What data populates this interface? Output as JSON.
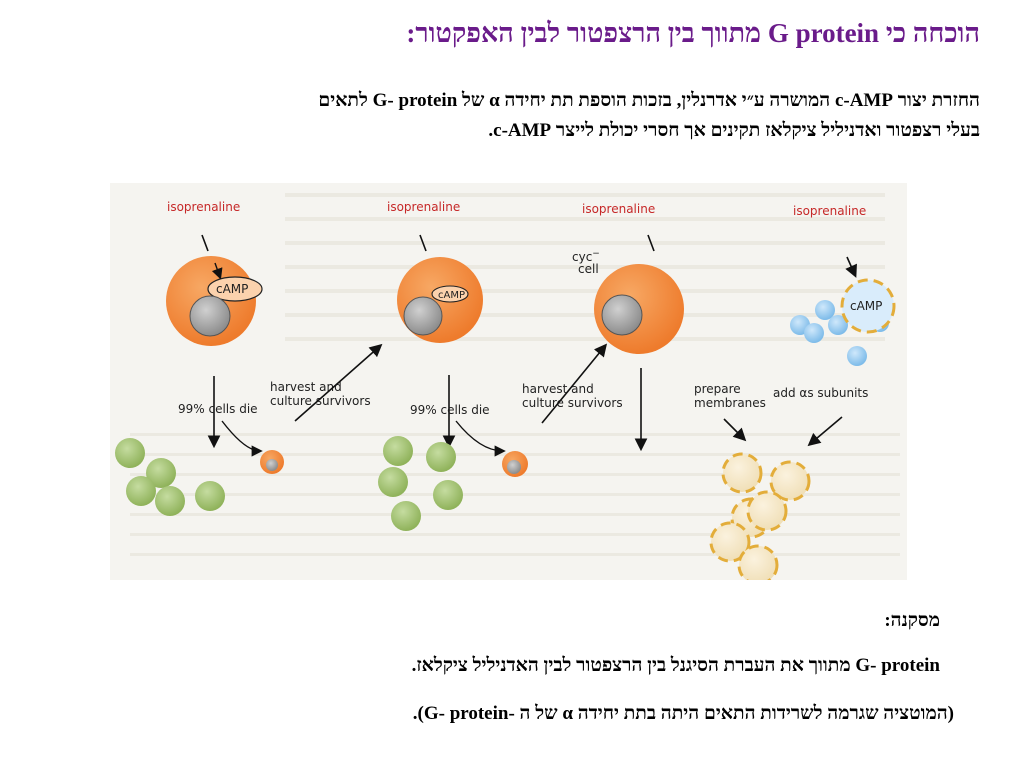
{
  "slide": {
    "title": "הוכחה כי G protein מתווך בין הרצפטור לבין האפקטור:",
    "intro_line1": "החזרת יצור c-AMP המושרה ע״י אדרנלין, בזכות הוספת תת יחידה α של G- protein לתאים",
    "intro_line2": "בעלי רצפטור ואדניליל ציקלאז תקינים אך חסרי יכולת לייצר c-AMP.",
    "conclusion_heading": "מסקנה:",
    "conclusion_line1": "G- protein מתווך את העברת הסיגנל בין הרצפטור לבין האדניליל ציקלאז.",
    "conclusion_line2": "(המוטציה שגרמה לשרידות התאים היתה בתת יחידה α של ה -G- protein)."
  },
  "figure": {
    "isoprenaline": "isoprenaline",
    "camp": "cAMP",
    "cells_die": "99% cells die",
    "harvest_line1": "harvest and",
    "harvest_line2": "culture survivors",
    "cyc_line1": "cyc",
    "cyc_minus": "−",
    "cyc_line2": "cell",
    "prepare_line1": "prepare",
    "prepare_line2": "membranes",
    "add_alpha": "add αs subunits",
    "colors": {
      "cell_orange": "#f28c3c",
      "label_red": "#c62828",
      "green_cell": "#9cbf6a",
      "blue_cell": "#8fc6ee",
      "membrane_yellow": "#e8b84a"
    }
  }
}
